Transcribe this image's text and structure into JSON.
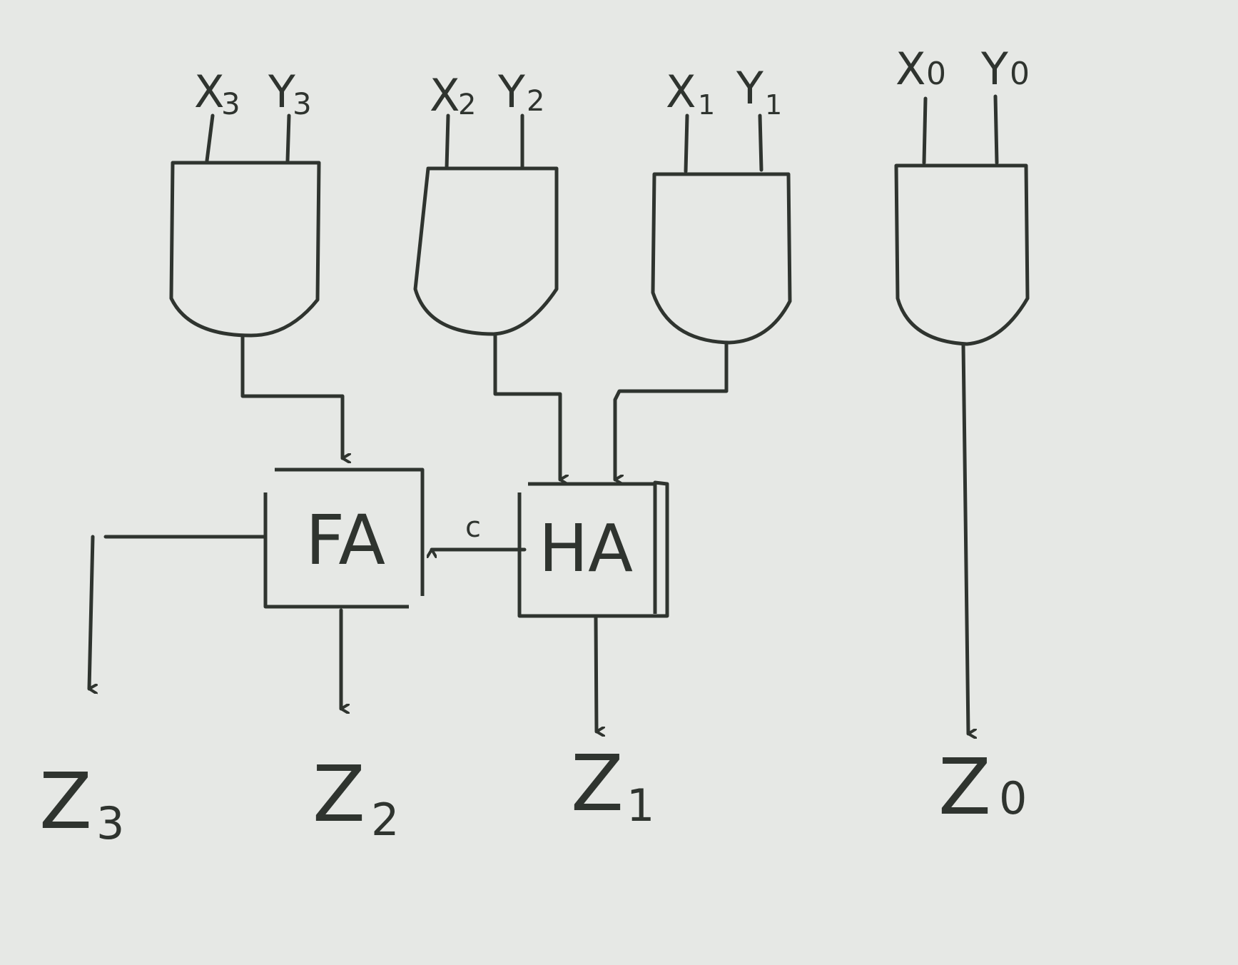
{
  "inputs": [
    {
      "x": "X",
      "x_sub": "3",
      "y": "Y",
      "y_sub": "3"
    },
    {
      "x": "X",
      "x_sub": "2",
      "y": "Y",
      "y_sub": "2"
    },
    {
      "x": "X",
      "x_sub": "1",
      "y": "Y",
      "y_sub": "1"
    },
    {
      "x": "X",
      "x_sub": "0",
      "y": "Y",
      "y_sub": "0"
    }
  ],
  "blocks": {
    "fa": "FA",
    "ha": "HA",
    "carry": "c"
  },
  "outputs": [
    {
      "name": "Z",
      "sub": "3"
    },
    {
      "name": "Z",
      "sub": "2"
    },
    {
      "name": "Z",
      "sub": "1"
    },
    {
      "name": "Z",
      "sub": "0"
    }
  ]
}
